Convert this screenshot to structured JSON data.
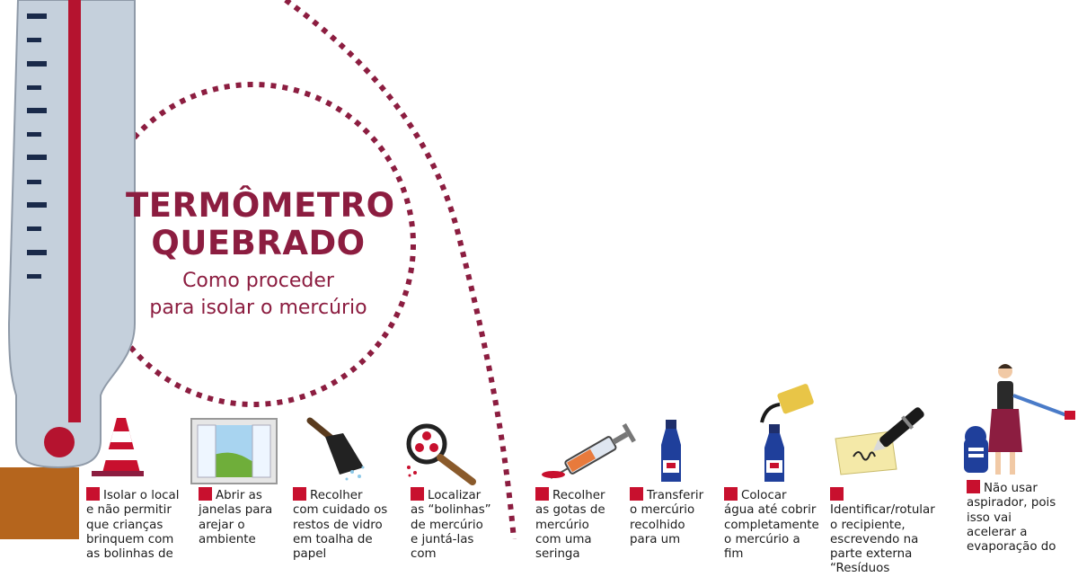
{
  "title": {
    "line1": "TERMÔMETRO",
    "line2": "QUEBRADO",
    "subtitle_line1": "Como proceder",
    "subtitle_line2": "para isolar o mercúrio"
  },
  "colors": {
    "accent": "#8c1d40",
    "marker": "#c8102e",
    "thermometer_glass": "#c5d0dc",
    "mercury": "#b5132f"
  },
  "steps": [
    {
      "icon": "traffic-cone-icon",
      "text": "Isolar o local e não permitir que crianças brinquem com as bolinhas de"
    },
    {
      "icon": "window-icon",
      "text": "Abrir as janelas para arejar o ambiente"
    },
    {
      "icon": "brush-icon",
      "text": "Recolher com cuidado os restos de vidro em toalha de papel"
    },
    {
      "icon": "magnifier-icon",
      "text": "Localizar as “bolinhas” de mercúrio e juntá-las com"
    },
    {
      "icon": "syringe-icon",
      "text": "Recolher as gotas de mercúrio com uma seringa"
    },
    {
      "icon": "bottle-icon",
      "text": "Transferir o mercúrio recolhido para um"
    },
    {
      "icon": "bottle-water-icon",
      "text": "Colocar água até cobrir completamente o mercúrio a fim"
    },
    {
      "icon": "pen-label-icon",
      "text": "Identificar/rotular o recipiente, escrevendo na parte externa “Resíduos"
    },
    {
      "icon": "vacuum-person-icon",
      "text": "Não usar aspirador, pois isso vai acelerar a evaporação do"
    }
  ]
}
